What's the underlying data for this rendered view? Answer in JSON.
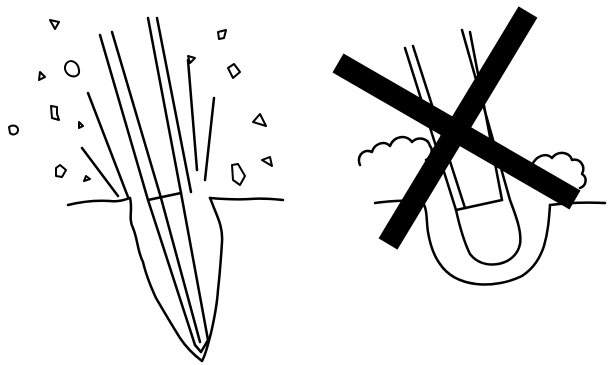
{
  "figure": {
    "panels": [
      {
        "id": "correct-technique",
        "marker": "none"
      },
      {
        "id": "incorrect-technique",
        "marker": "cross-out"
      }
    ]
  },
  "colors": {
    "ink": "#000000",
    "paper": "#ffffff"
  },
  "icons": {
    "cross_out": "x-mark-icon",
    "debris": "debris-fragment-icon",
    "bit": "drill-bit-icon",
    "soil": "soil-clump-icon"
  }
}
